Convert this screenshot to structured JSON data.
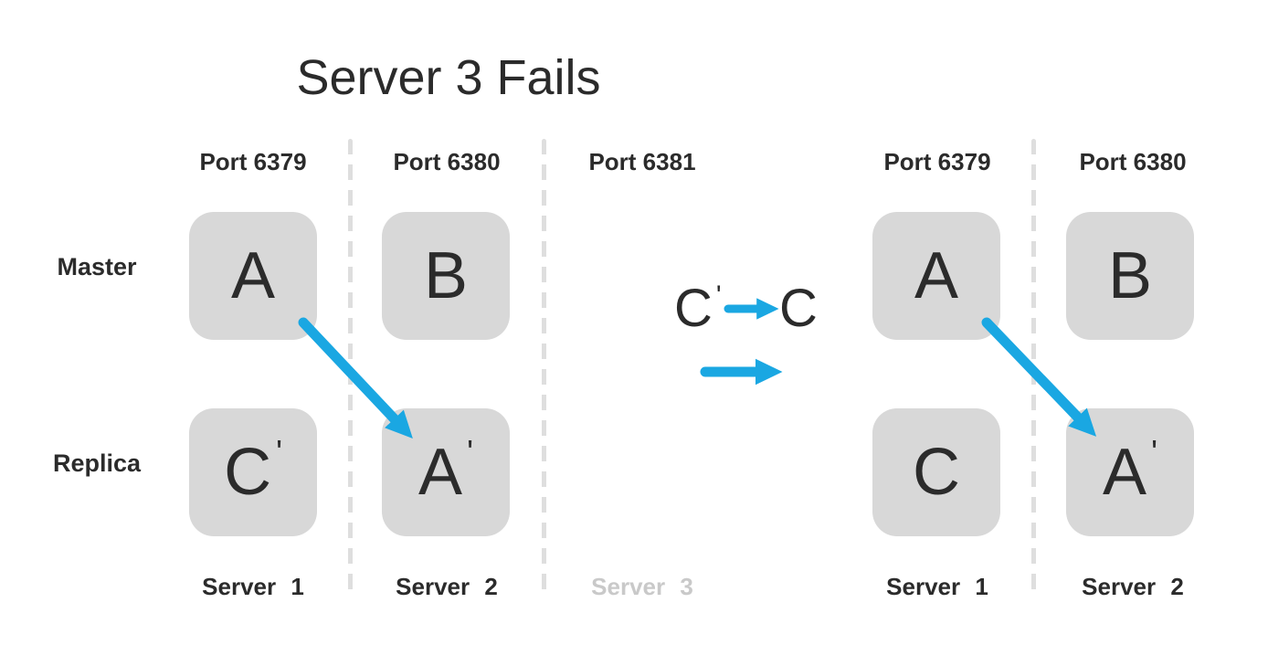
{
  "title": "Server 3 Fails",
  "row_labels": {
    "master": "Master",
    "replica": "Replica"
  },
  "prime_mark": "'",
  "before": {
    "columns": [
      {
        "port": "Port 6379",
        "server": "Server 1",
        "master": "A",
        "replica": "C",
        "replica_has_prime": true
      },
      {
        "port": "Port 6380",
        "server": "Server 2",
        "master": "B",
        "replica": "A",
        "replica_has_prime": true
      },
      {
        "port": "Port 6381",
        "server": "Server 3",
        "failed": true
      }
    ]
  },
  "transition": {
    "from": "C",
    "from_has_prime": true,
    "to": "C"
  },
  "after": {
    "columns": [
      {
        "port": "Port 6379",
        "server": "Server 1",
        "master": "A",
        "replica": "C",
        "replica_has_prime": false
      },
      {
        "port": "Port 6380",
        "server": "Server 2",
        "master": "B",
        "replica": "A",
        "replica_has_prime": true
      }
    ]
  },
  "colors": {
    "arrow_blue": "#1aa7e2",
    "box_gray": "#d8d8d8",
    "text_dark": "#2b2b2b",
    "muted_gray": "#c9c9c9",
    "divider_gray": "#dedede"
  }
}
